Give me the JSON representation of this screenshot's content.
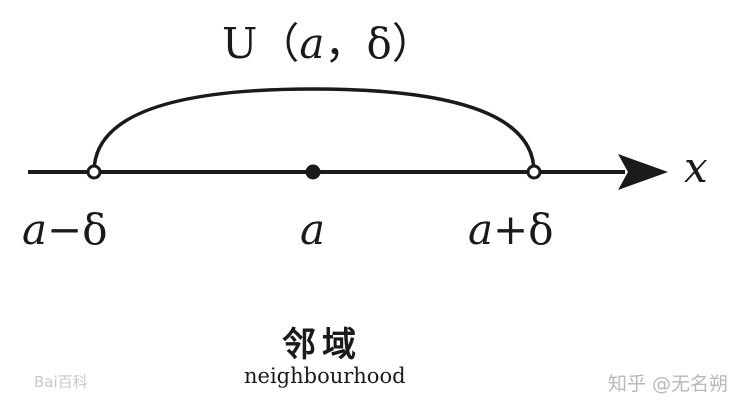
{
  "diagram": {
    "neighborhood_label": {
      "prefix": "U（",
      "a": "a",
      "sep": "，",
      "delta": "δ",
      "suffix": "）"
    },
    "axis_variable": "x",
    "points": {
      "left": {
        "a": "a",
        "op": "−",
        "delta": "δ"
      },
      "center": "a",
      "right": {
        "a": "a",
        "op": "+",
        "delta": "δ"
      }
    }
  },
  "caption": {
    "title_cn": "邻域",
    "title_en": "neighbourhood"
  },
  "watermarks": {
    "source_logo": "Bai百科",
    "author": "知乎 @无名朔"
  }
}
